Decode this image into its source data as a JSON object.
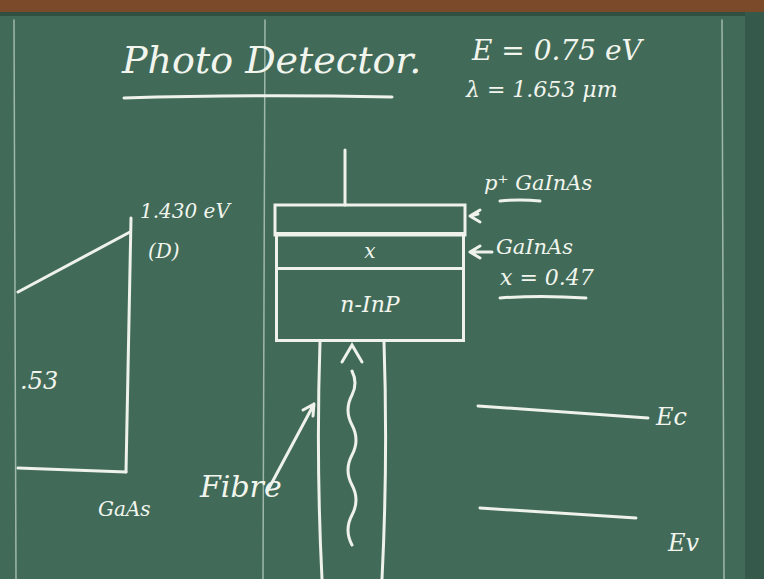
{
  "diagram": {
    "title": "Photo Detector.",
    "nodes": [
      {
        "text": [
          "x"
        ]
      },
      {
        "text": [
          "n-InP"
        ]
      }
    ],
    "labels": [
      "E = 0.75 eV",
      "λ = 1.653 μm",
      "p⁺ GaInAs",
      "GaInAs",
      "x = 0.47",
      "Fibre",
      "1.430 eV",
      "(D)",
      "GaAs",
      ".53",
      "Ec",
      "Ev"
    ]
  }
}
